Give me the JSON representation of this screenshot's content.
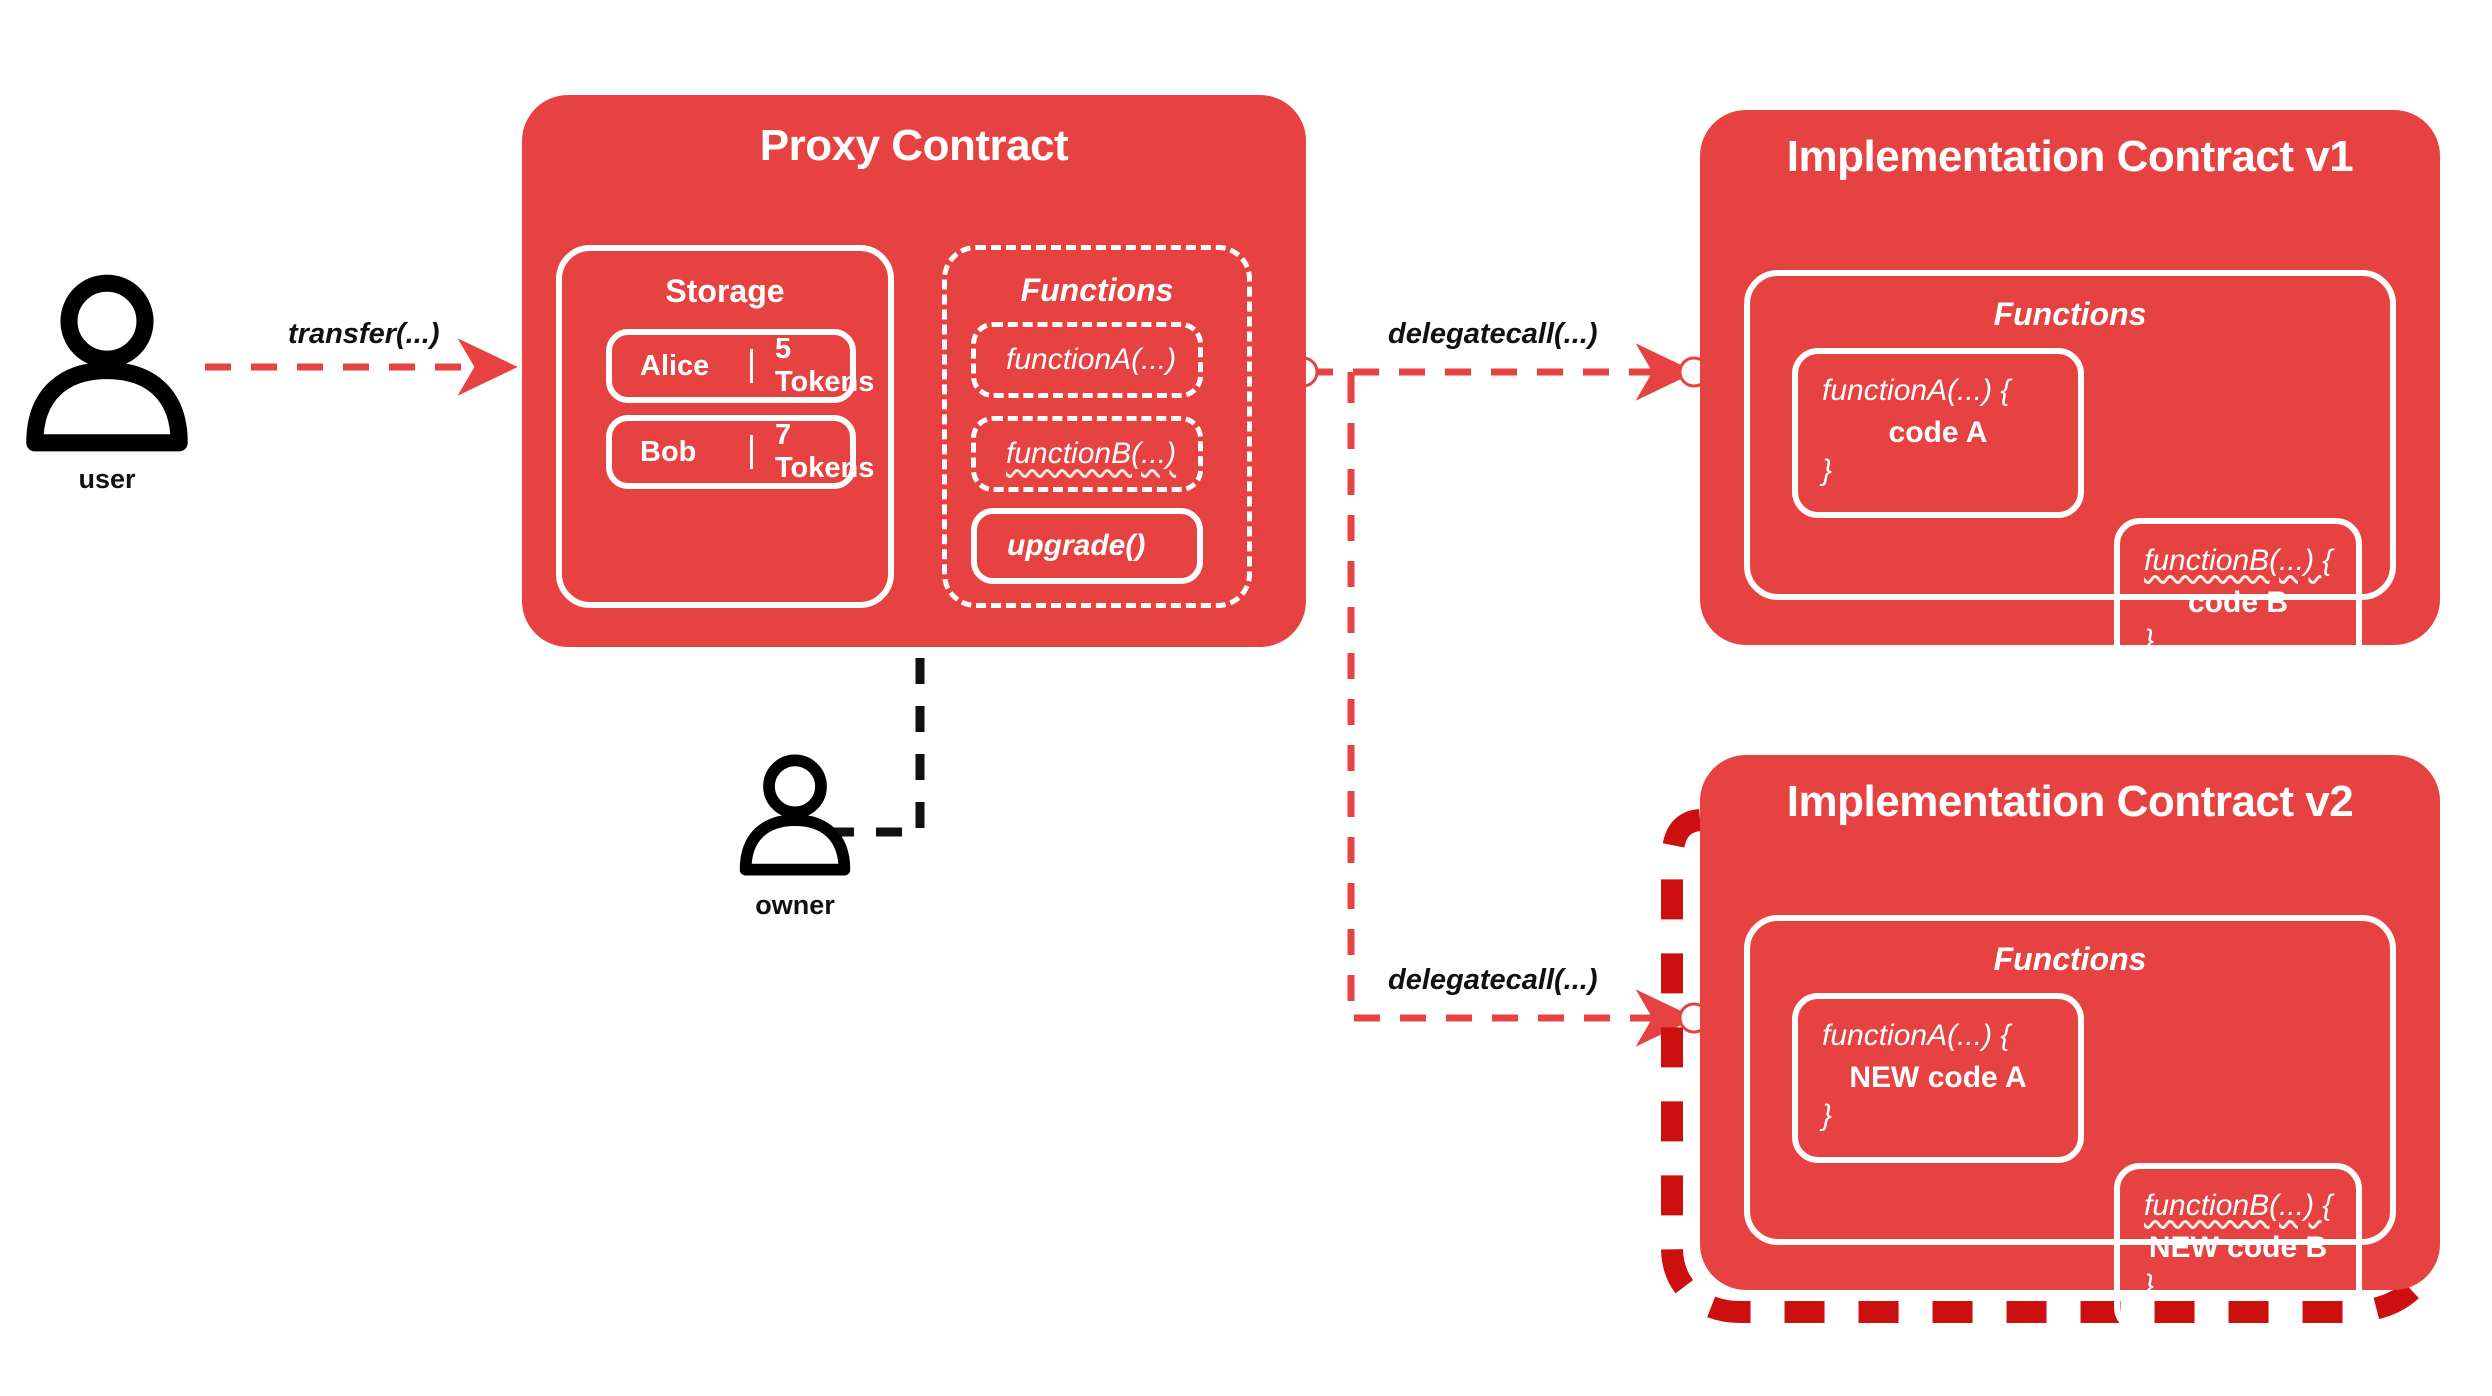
{
  "theme": {
    "brand_red": "#E64241",
    "highlight_red": "#CC1010",
    "ink": "#111111",
    "paper": "#FFFFFF"
  },
  "actors": [
    {
      "id": "user",
      "label": "user",
      "icon": "person-icon"
    },
    {
      "id": "owner",
      "label": "owner",
      "icon": "person-icon"
    }
  ],
  "edges": [
    {
      "id": "transfer",
      "label": "transfer(...)",
      "from": "user",
      "to": "proxy-contract"
    },
    {
      "id": "delegatecall1",
      "label": "delegatecall(...)",
      "from": "proxy-contract",
      "to": "implementation-v1"
    },
    {
      "id": "delegatecall2",
      "label": "delegatecall(...)",
      "from": "proxy-contract",
      "to": "implementation-v2"
    }
  ],
  "proxy": {
    "title": "Proxy Contract",
    "storage": {
      "label": "Storage",
      "rows": [
        {
          "name": "Alice",
          "value": "5 Tokens"
        },
        {
          "name": "Bob",
          "value": "7 Tokens"
        }
      ]
    },
    "functions": {
      "label": "Functions",
      "items": [
        {
          "name": "functionA(...)",
          "style": "dashed"
        },
        {
          "name": "functionB(...)",
          "style": "dashed"
        },
        {
          "name": "upgrade()",
          "style": "solid"
        }
      ]
    }
  },
  "implementations": [
    {
      "id": "v1",
      "title": "Implementation Contract v1",
      "functions_label": "Functions",
      "functions": [
        {
          "signature": "functionA(...) {",
          "body": "code A",
          "close": "}"
        },
        {
          "signature": "functionB(...) {",
          "body": "code B",
          "close": "}"
        }
      ],
      "highlighted": false
    },
    {
      "id": "v2",
      "title": "Implementation Contract v2",
      "functions_label": "Functions",
      "functions": [
        {
          "signature": "functionA(...) {",
          "body": "NEW code A",
          "close": "}"
        },
        {
          "signature": "functionB(...) {",
          "body": "NEW code B",
          "close": "}"
        }
      ],
      "highlighted": true
    }
  ]
}
